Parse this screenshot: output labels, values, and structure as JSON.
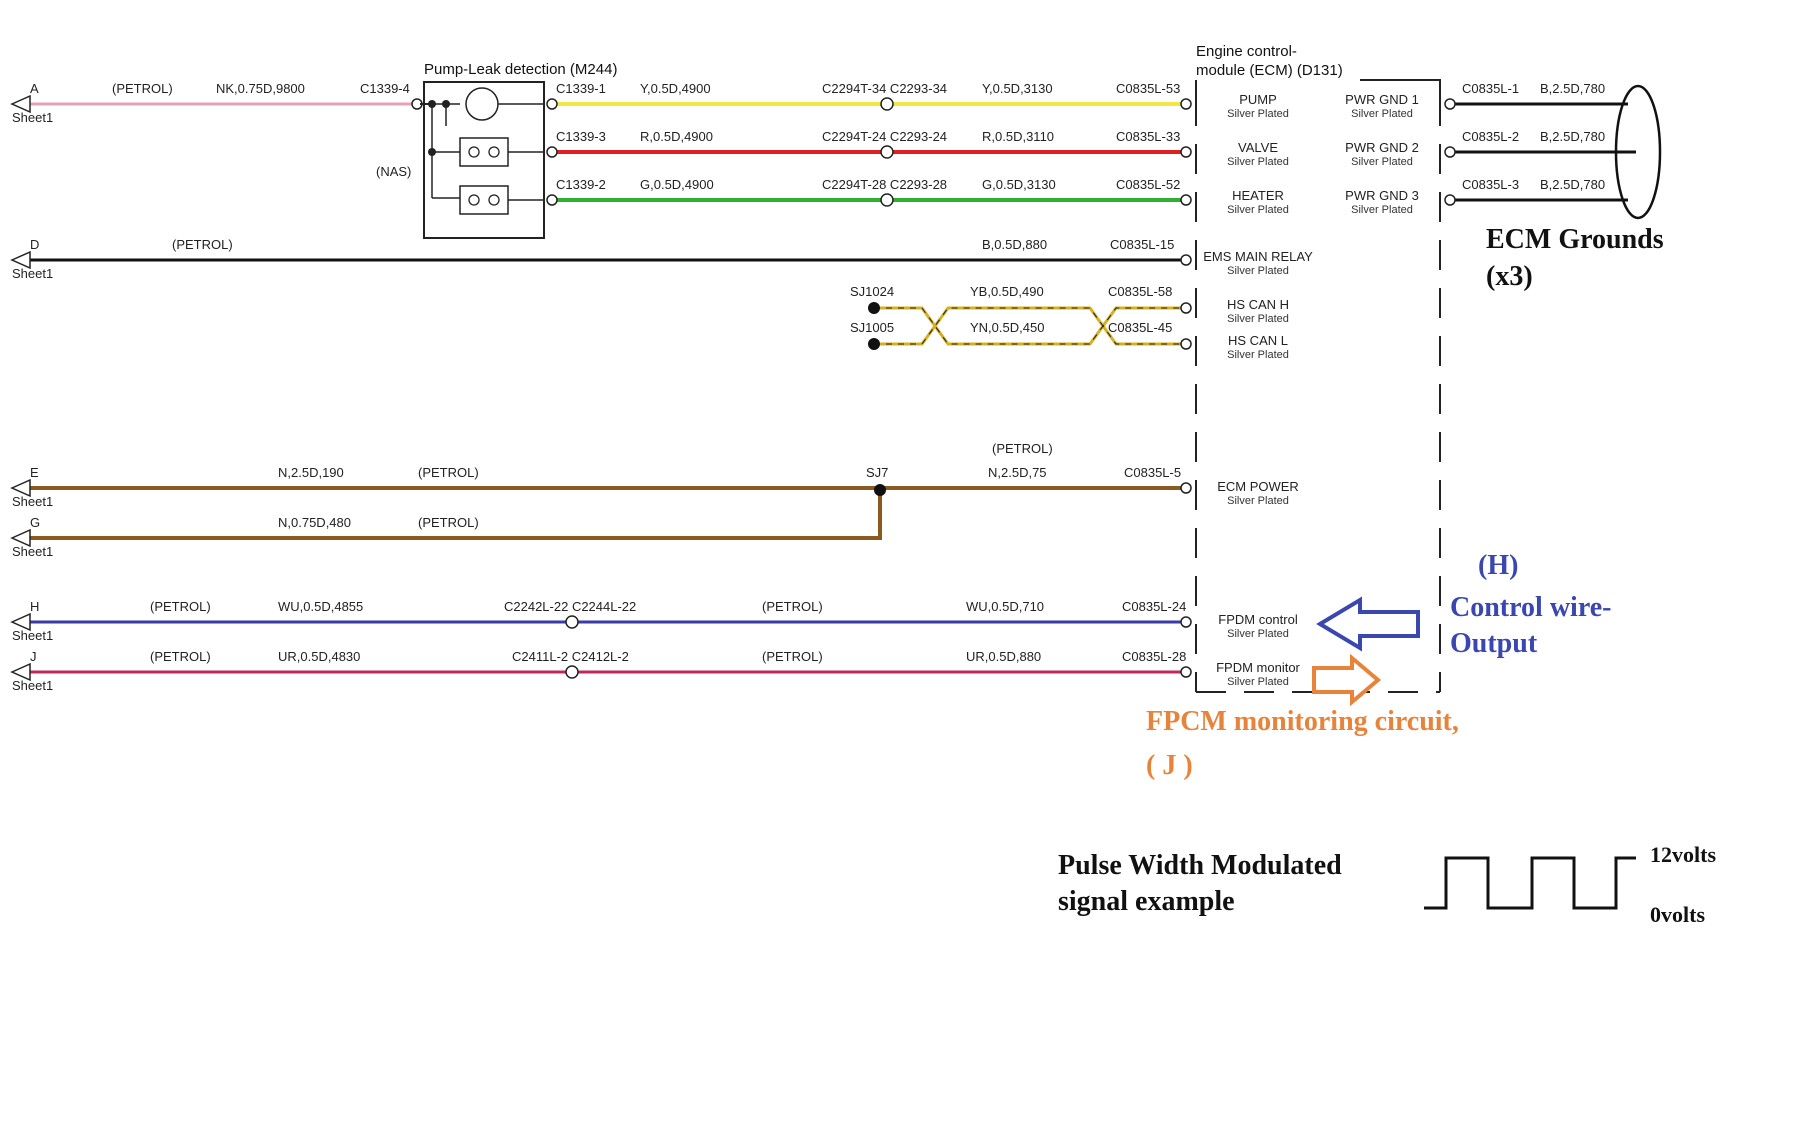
{
  "sheet_label": "Sheet1",
  "petrol": "(PETROL)",
  "silver": "Silver Plated",
  "pump_box": {
    "title": "Pump-Leak detection (M244)",
    "nas": "(NAS)",
    "connector": "C1339-4"
  },
  "ecm": {
    "title_line1": "Engine control-",
    "title_line2": "module (ECM) (D131)"
  },
  "wires": {
    "A": {
      "letter": "A",
      "spec1": "NK,0.75D,9800",
      "color": "#e8a0b4"
    },
    "pump": {
      "c1": "C1339-1",
      "spec1": "Y,0.5D,4900",
      "joint": "C2294T-34 C2293-34",
      "spec2": "Y,0.5D,3130",
      "pin": "C0835L-53",
      "func": "PUMP",
      "color": "#f2e640"
    },
    "valve": {
      "c1": "C1339-3",
      "spec1": "R,0.5D,4900",
      "joint": "C2294T-24 C2293-24",
      "spec2": "R,0.5D,3110",
      "pin": "C0835L-33",
      "func": "VALVE",
      "color": "#e02020"
    },
    "heater": {
      "c1": "C1339-2",
      "spec1": "G,0.5D,4900",
      "joint": "C2294T-28 C2293-28",
      "spec2": "G,0.5D,3130",
      "pin": "C0835L-52",
      "func": "HEATER",
      "color": "#30b030"
    },
    "D": {
      "letter": "D",
      "spec": "B,0.5D,880",
      "pin": "C0835L-15",
      "func": "EMS MAIN RELAY",
      "color": "#111111"
    },
    "canh": {
      "splice": "SJ1024",
      "spec": "YB,0.5D,490",
      "pin": "C0835L-58",
      "func": "HS CAN H"
    },
    "canl": {
      "splice": "SJ1005",
      "spec": "YN,0.5D,450",
      "pin": "C0835L-45",
      "func": "HS CAN L"
    },
    "E": {
      "letter": "E",
      "spec1": "N,2.5D,190",
      "splice": "SJ7",
      "spec2": "N,2.5D,75",
      "pin": "C0835L-5",
      "func": "ECM POWER",
      "color": "#8a5a1e"
    },
    "G": {
      "letter": "G",
      "spec1": "N,0.75D,480"
    },
    "H": {
      "letter": "H",
      "spec1": "WU,0.5D,4855",
      "joint": "C2242L-22 C2244L-22",
      "spec2": "WU,0.5D,710",
      "pin": "C0835L-24",
      "func": "FPDM control",
      "color": "#3a3aa8"
    },
    "J": {
      "letter": "J",
      "spec1": "UR,0.5D,4830",
      "joint": "C2411L-2 C2412L-2",
      "spec2": "UR,0.5D,880",
      "pin": "C0835L-28",
      "func": "FPDM monitor",
      "color": "#c0285a"
    }
  },
  "grounds": [
    {
      "func": "PWR GND 1",
      "pin": "C0835L-1",
      "spec": "B,2.5D,780"
    },
    {
      "func": "PWR GND 2",
      "pin": "C0835L-2",
      "spec": "B,2.5D,780"
    },
    {
      "func": "PWR GND 3",
      "pin": "C0835L-3",
      "spec": "B,2.5D,780"
    }
  ],
  "annotations": {
    "ecm_grounds_line1": "ECM Grounds",
    "ecm_grounds_line2": "(x3)",
    "h_letter": "(H)",
    "control_line1": "Control wire-",
    "control_line2": "Output",
    "fpcm_line1": "FPCM monitoring circuit,",
    "fpcm_line2": "( J )",
    "pwm_line1": "Pulse Width Modulated",
    "pwm_line2": "signal example",
    "v12": "12volts",
    "v0": "0volts",
    "blue": "#3a47b0",
    "orange": "#e8833a"
  }
}
